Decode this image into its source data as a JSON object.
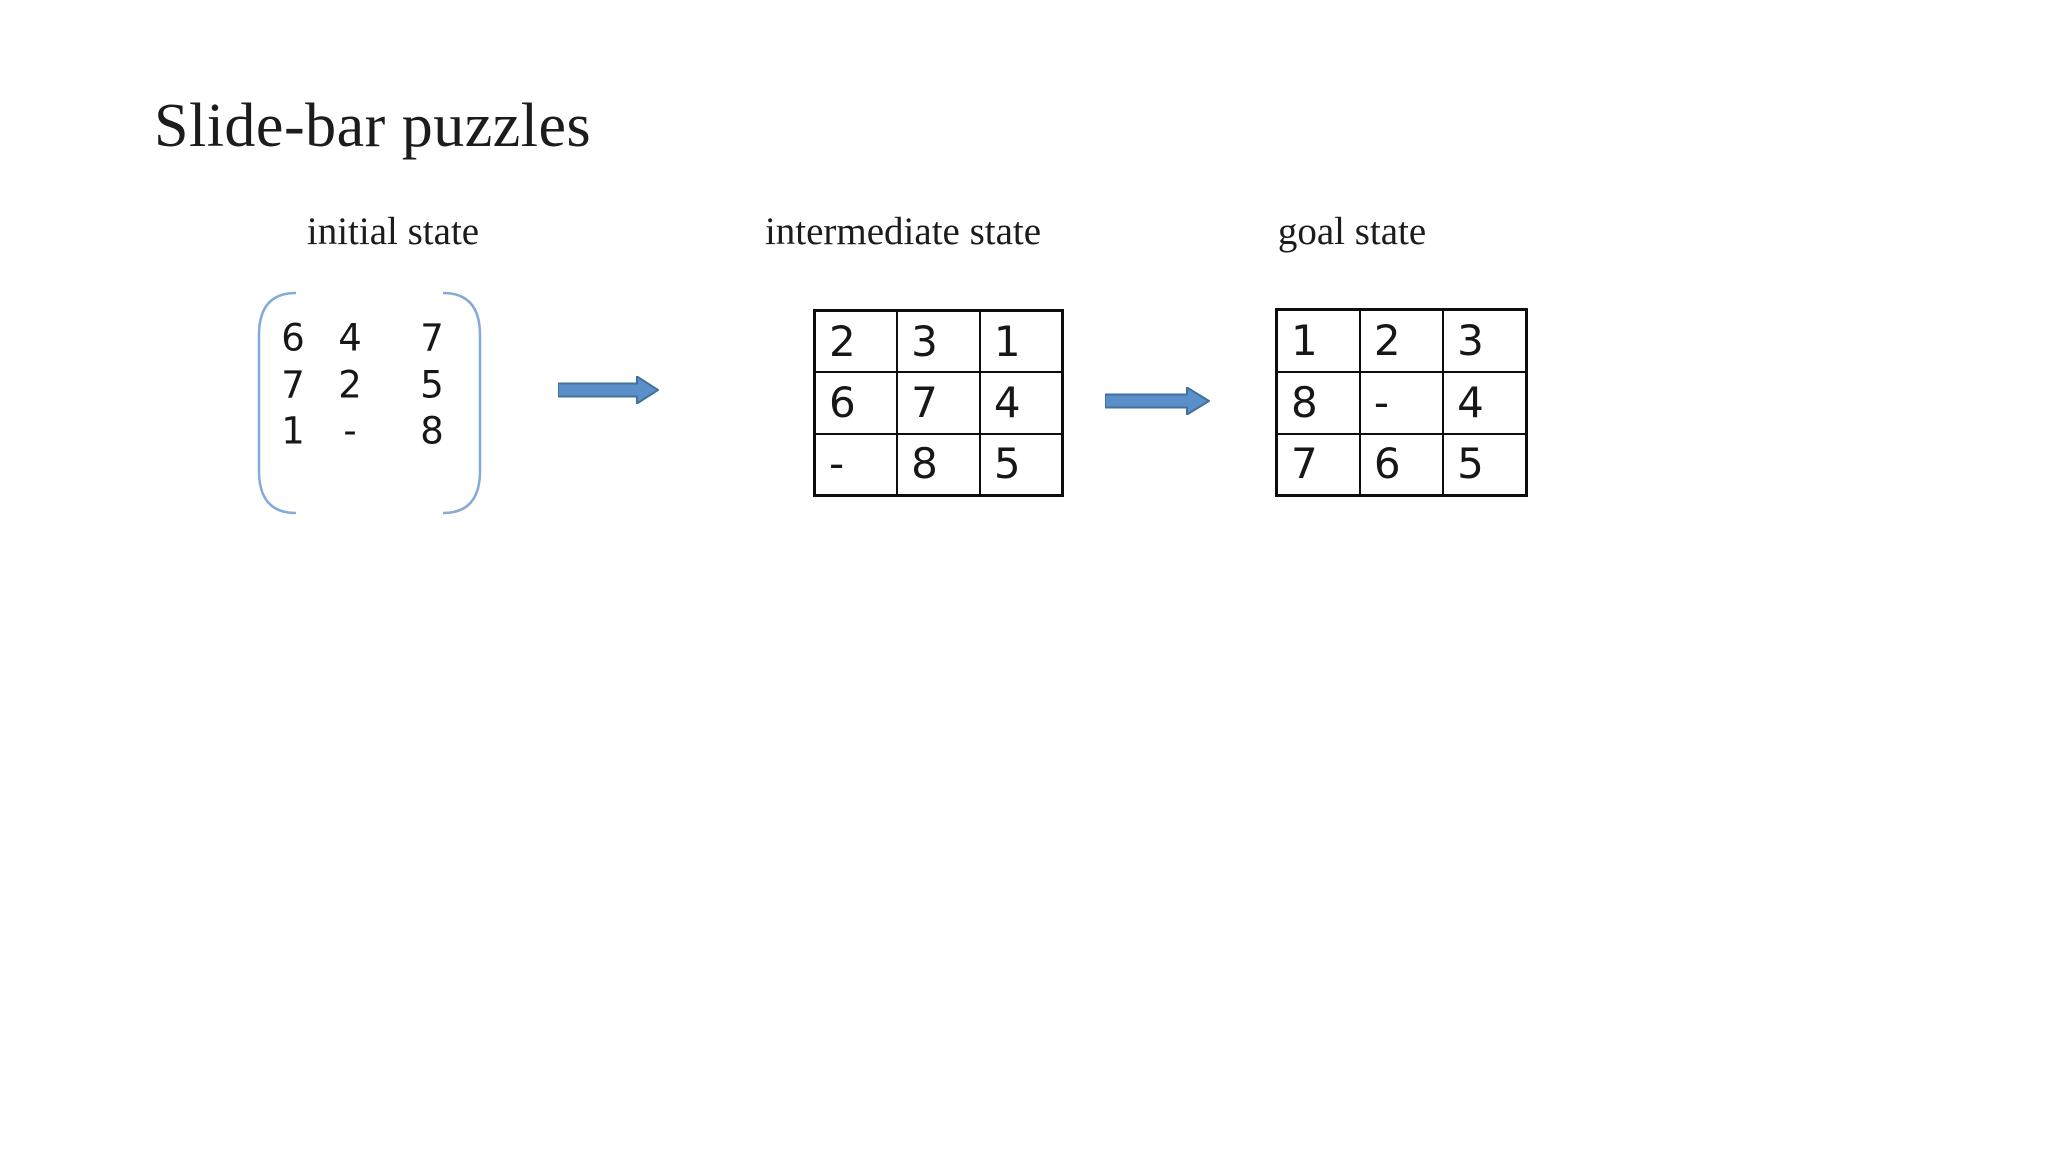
{
  "slide": {
    "title": "Slide-bar puzzles"
  },
  "states": [
    {
      "id": "initial",
      "label": "initial state",
      "container": "matrix-brackets",
      "rows": [
        [
          "6",
          "4",
          "7"
        ],
        [
          "7",
          "2",
          "5"
        ],
        [
          "1",
          "-",
          "8"
        ]
      ]
    },
    {
      "id": "intermediate",
      "label": "intermediate state",
      "container": "grid",
      "rows": [
        [
          "2",
          "3",
          "1"
        ],
        [
          "6",
          "7",
          "4"
        ],
        [
          "-",
          "8",
          "5"
        ]
      ]
    },
    {
      "id": "goal",
      "label": "goal state",
      "container": "grid",
      "rows": [
        [
          "1",
          "2",
          "3"
        ],
        [
          "8",
          "-",
          "4"
        ],
        [
          "7",
          "6",
          "5"
        ]
      ]
    }
  ],
  "arrows": [
    {
      "name": "initial-to-intermediate"
    },
    {
      "name": "intermediate-to-goal"
    }
  ],
  "colors": {
    "text": "#1c1c1c",
    "grid_border": "#0d0d0d",
    "bracket_blue": "#84abd8",
    "arrow_fill": "#5b8fc9",
    "arrow_border": "#41719c"
  }
}
